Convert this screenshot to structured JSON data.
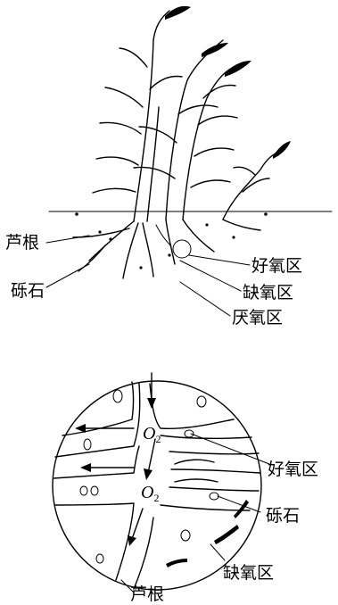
{
  "top_diagram": {
    "labels": {
      "reed_root": "芦根",
      "gravel": "砾石",
      "aerobic_zone": "好氧区",
      "anoxic_zone": "缺氧区",
      "anaerobic_zone": "厌氧区"
    }
  },
  "bottom_diagram": {
    "oxygen_symbol": "O",
    "oxygen_subscript": "2",
    "labels": {
      "aerobic_zone": "好氧区",
      "gravel": "砾石",
      "anoxic_zone": "缺氧区",
      "reed_root": "芦根"
    }
  }
}
